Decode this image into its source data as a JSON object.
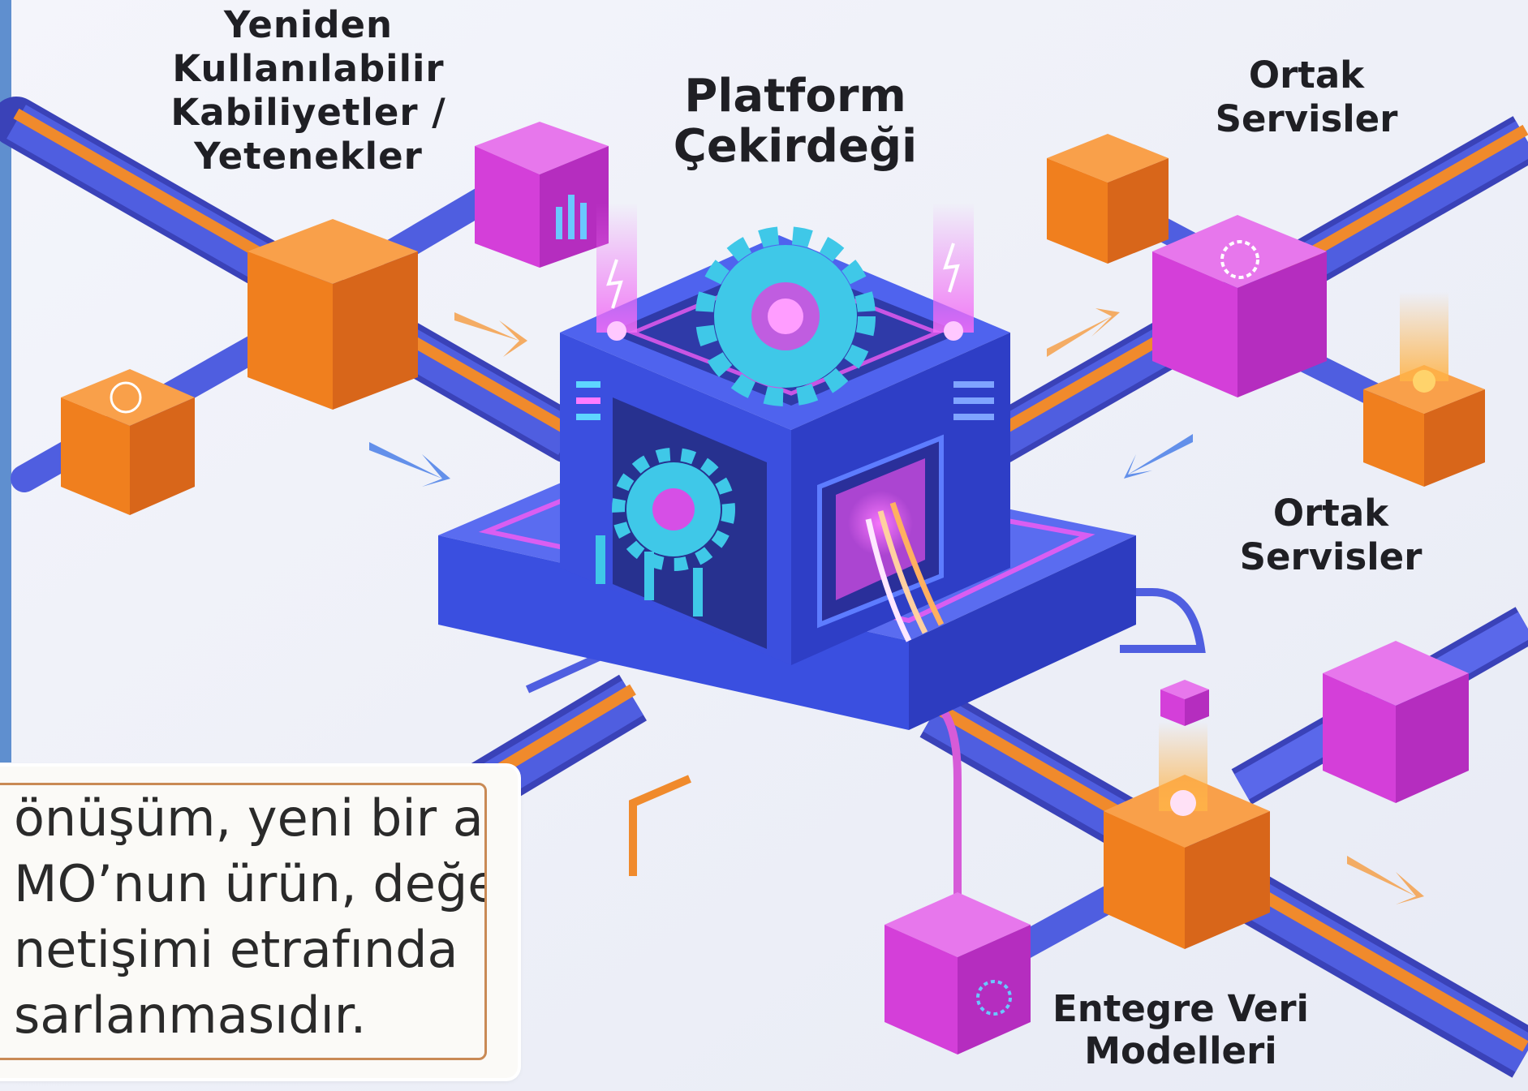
{
  "labels": {
    "reusable": [
      "Yeniden",
      "Kullanılabilir",
      "Kabiliyetler /",
      "Yetenekler"
    ],
    "core": [
      "Platform",
      "Çekirdeği"
    ],
    "shared_services_top": [
      "Ortak",
      "Servisler"
    ],
    "shared_services_mid": [
      "Ortak",
      "Servisler"
    ],
    "data_models": [
      "Entegre Veri",
      "Modelleri"
    ]
  },
  "caption": {
    "lines": [
      "önüşüm, yeni bir araç",
      "MO’nun ürün, değer",
      "netişimi etrafında",
      "sarlanmasıdır."
    ]
  },
  "colors": {
    "pipe_blue": "#4b55d6",
    "pipe_orange": "#f08a2c",
    "cube_orange": "#f07f1e",
    "cube_magenta": "#d43fd9",
    "core_blue": "#3a4fe0",
    "glow_pink": "#f05cf2",
    "gear_cyan": "#3fc8e8",
    "background": "#eef0f7"
  },
  "icons": [
    "gear-icon",
    "lightning-icon",
    "arrow-icon",
    "circuit-icon"
  ]
}
